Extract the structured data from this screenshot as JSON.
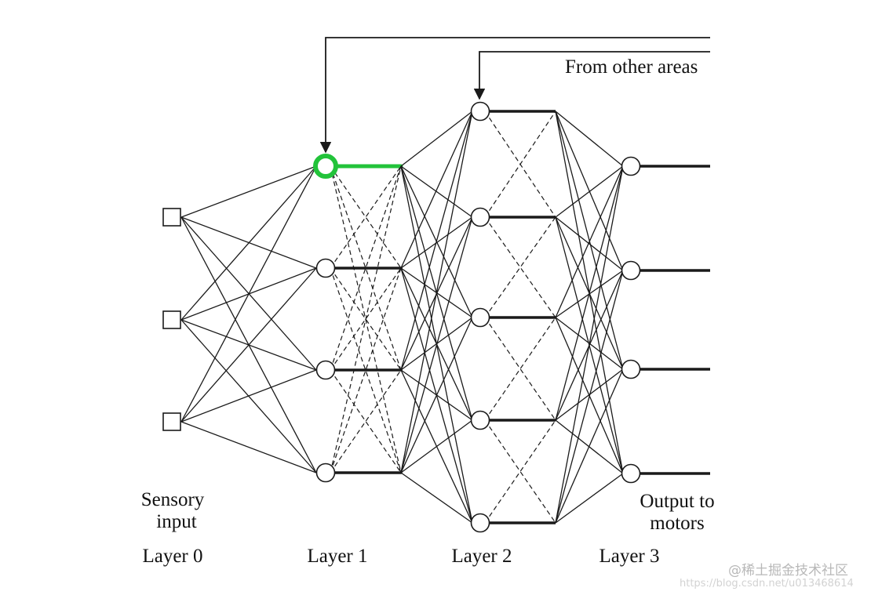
{
  "colors": {
    "ink": "#1a1a1a",
    "highlight": "#22c33a",
    "background": "#ffffff",
    "watermark": "#c8c8c8"
  },
  "labels": {
    "from_other_areas": "From other areas",
    "sensory_input_line1": "Sensory",
    "sensory_input_line2": "input",
    "output_line1": "Output to",
    "output_line2": "motors",
    "layer0": "Layer 0",
    "layer1": "Layer 1",
    "layer2": "Layer 2",
    "layer3": "Layer 3"
  },
  "watermark": {
    "brand": "@稀土掘金技术社区",
    "url": "https://blog.csdn.net/u013468614"
  },
  "diagram": {
    "layers": [
      {
        "name": "Layer 0",
        "node_shape": "square",
        "node_count": 3
      },
      {
        "name": "Layer 1",
        "node_shape": "circle",
        "node_count": 4
      },
      {
        "name": "Layer 2",
        "node_shape": "circle",
        "node_count": 5
      },
      {
        "name": "Layer 3",
        "node_shape": "circle",
        "node_count": 4
      }
    ],
    "highlighted_node": "Layer 1 node 1",
    "feedback_inputs": 2
  }
}
